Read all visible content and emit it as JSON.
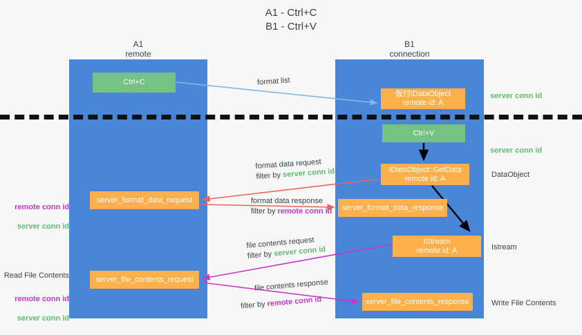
{
  "title": "A1 - Ctrl+C\nB1 - Ctrl+V",
  "lanes": [
    {
      "name": "A1",
      "sub": "remote",
      "header": "A1\nremote"
    },
    {
      "name": "B1",
      "sub": "connection",
      "header": "B1\nconnection"
    }
  ],
  "boxes": {
    "ctrl_c": "Ctrl+C",
    "ctrl_v": "Ctrl+V",
    "idataobject_top": "仮付IDataObject\nremote id: A",
    "getdata": "IDataObject::GetData\nremote id: A",
    "istream": "IStream\nremote id: A",
    "server_format_data_request": "server_format_data_request",
    "server_format_data_response": "server_format_data_response",
    "server_file_contents_request": "server_file_contents_request",
    "server_file_contents_response": "server_file_contents_response"
  },
  "edge_labels": {
    "format_list": "format list",
    "format_data_request": "format data request",
    "format_data_request_filter_prefix": "filter by ",
    "format_data_request_filter_value": "server conn id",
    "format_data_response": "format data response",
    "format_data_response_filter_prefix": "filter by ",
    "format_data_response_filter_value": "remote conn id",
    "file_contents_request": "file contents request",
    "file_contents_request_filter_prefix": "filter by ",
    "file_contents_request_filter_value": "server conn id",
    "file_contents_response": "file contents response",
    "file_contents_response_filter_prefix": "filter by ",
    "file_contents_response_filter_value": "remote conn id"
  },
  "right_notes": {
    "server_conn_id_1": "server conn id",
    "server_conn_id_2": "server conn id",
    "dataobject": "DataObject",
    "istream": "Istream",
    "write_file_contents": "Write File Contents"
  },
  "left_notes": {
    "remote_conn_id_1": "remote conn id",
    "server_conn_id_1": "server conn id",
    "read_file_contents": "Read File Contents",
    "remote_conn_id_2": "remote conn id",
    "server_conn_id_2": "server conn id"
  },
  "colors": {
    "lane": "#4a86d8",
    "box_green": "#76c184",
    "box_orange": "#fbb04c",
    "arrow_blue": "#7eb8e8",
    "arrow_red": "#e8665a",
    "arrow_magenta": "#c738c7",
    "arrow_black": "#000000",
    "text_green": "#5fbc6e",
    "text_magenta": "#c738c7",
    "background": "#f7f7f7"
  }
}
